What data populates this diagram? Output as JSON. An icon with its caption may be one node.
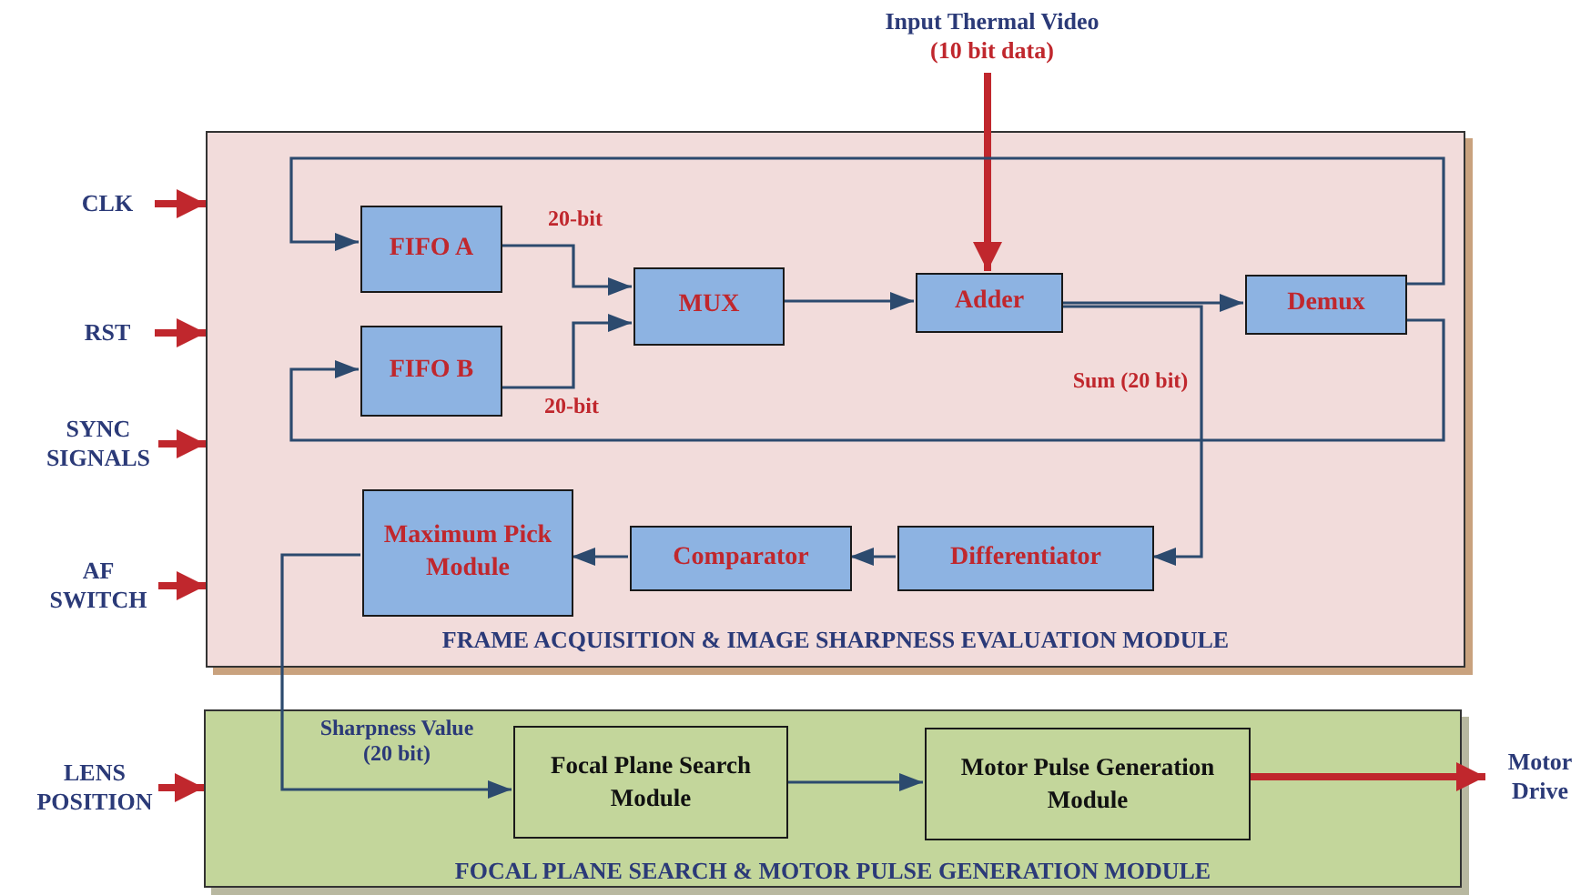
{
  "diagram": {
    "nodes": [
      {
        "text": [
          "FRAME ACQUISITION & IMAGE SHARPNESS EVALUATION MODULE"
        ]
      },
      {
        "text": [
          "FIFO A"
        ],
        "in": 0
      },
      {
        "text": [
          "FIFO B"
        ],
        "in": 0
      },
      {
        "text": [
          "MUX"
        ],
        "in": 0
      },
      {
        "text": [
          "Adder"
        ],
        "in": 0
      },
      {
        "text": [
          "Demux"
        ],
        "in": 0
      },
      {
        "text": [
          "Maximum Pick Module"
        ],
        "in": 0
      },
      {
        "text": [
          "Comparator"
        ],
        "in": 0
      },
      {
        "text": [
          "Differentiator"
        ],
        "in": 0
      },
      {
        "text": [
          "FOCAL PLANE SEARCH & MOTOR PULSE GENERATION MODULE"
        ]
      },
      {
        "text": [
          "Focal Plane Search Module"
        ],
        "in": 9
      },
      {
        "text": [
          "Motor Pulse Generation Module"
        ],
        "in": 9
      },
      {
        "text": [
          "Input Thermal Video",
          "(10 bit data)"
        ]
      },
      {
        "text": [
          "CLK"
        ]
      },
      {
        "text": [
          "RST"
        ]
      },
      {
        "text": [
          "SYNC SIGNALS"
        ]
      },
      {
        "text": [
          "AF SWITCH"
        ]
      },
      {
        "text": [
          "LENS POSITION"
        ]
      },
      {
        "text": [
          "Motor Drive"
        ]
      }
    ],
    "edges": [
      {
        "from": 12,
        "to": 4,
        "arrow": "to",
        "style": "thick",
        "color": "#c0272d"
      },
      {
        "from": 13,
        "to": 0,
        "arrow": "to",
        "style": "thick",
        "color": "#c0272d"
      },
      {
        "from": 14,
        "to": 0,
        "arrow": "to",
        "style": "thick",
        "color": "#c0272d"
      },
      {
        "from": 15,
        "to": 0,
        "arrow": "to",
        "style": "thick",
        "color": "#c0272d"
      },
      {
        "from": 16,
        "to": 0,
        "arrow": "to",
        "style": "thick",
        "color": "#c0272d"
      },
      {
        "from": 17,
        "to": 9,
        "arrow": "to",
        "style": "thick",
        "color": "#c0272d"
      },
      {
        "from": 1,
        "to": 3,
        "arrow": "to",
        "label": "20-bit"
      },
      {
        "from": 2,
        "to": 3,
        "arrow": "to",
        "label": "20-bit"
      },
      {
        "from": 3,
        "to": 4,
        "arrow": "to"
      },
      {
        "from": 4,
        "to": 5,
        "arrow": "to"
      },
      {
        "from": 4,
        "to": 8,
        "arrow": "to",
        "label": "Sum (20 bit)"
      },
      {
        "from": 5,
        "to": 1,
        "arrow": "to"
      },
      {
        "from": 5,
        "to": 2,
        "arrow": "to"
      },
      {
        "from": 8,
        "to": 7,
        "arrow": "to"
      },
      {
        "from": 7,
        "to": 6,
        "arrow": "to"
      },
      {
        "from": 6,
        "to": 10,
        "arrow": "to",
        "label": "Sharpness Value (20 bit)"
      },
      {
        "from": 10,
        "to": 11,
        "arrow": "to"
      },
      {
        "from": 11,
        "to": 18,
        "arrow": "to",
        "style": "thick",
        "color": "#c0272d"
      }
    ]
  }
}
